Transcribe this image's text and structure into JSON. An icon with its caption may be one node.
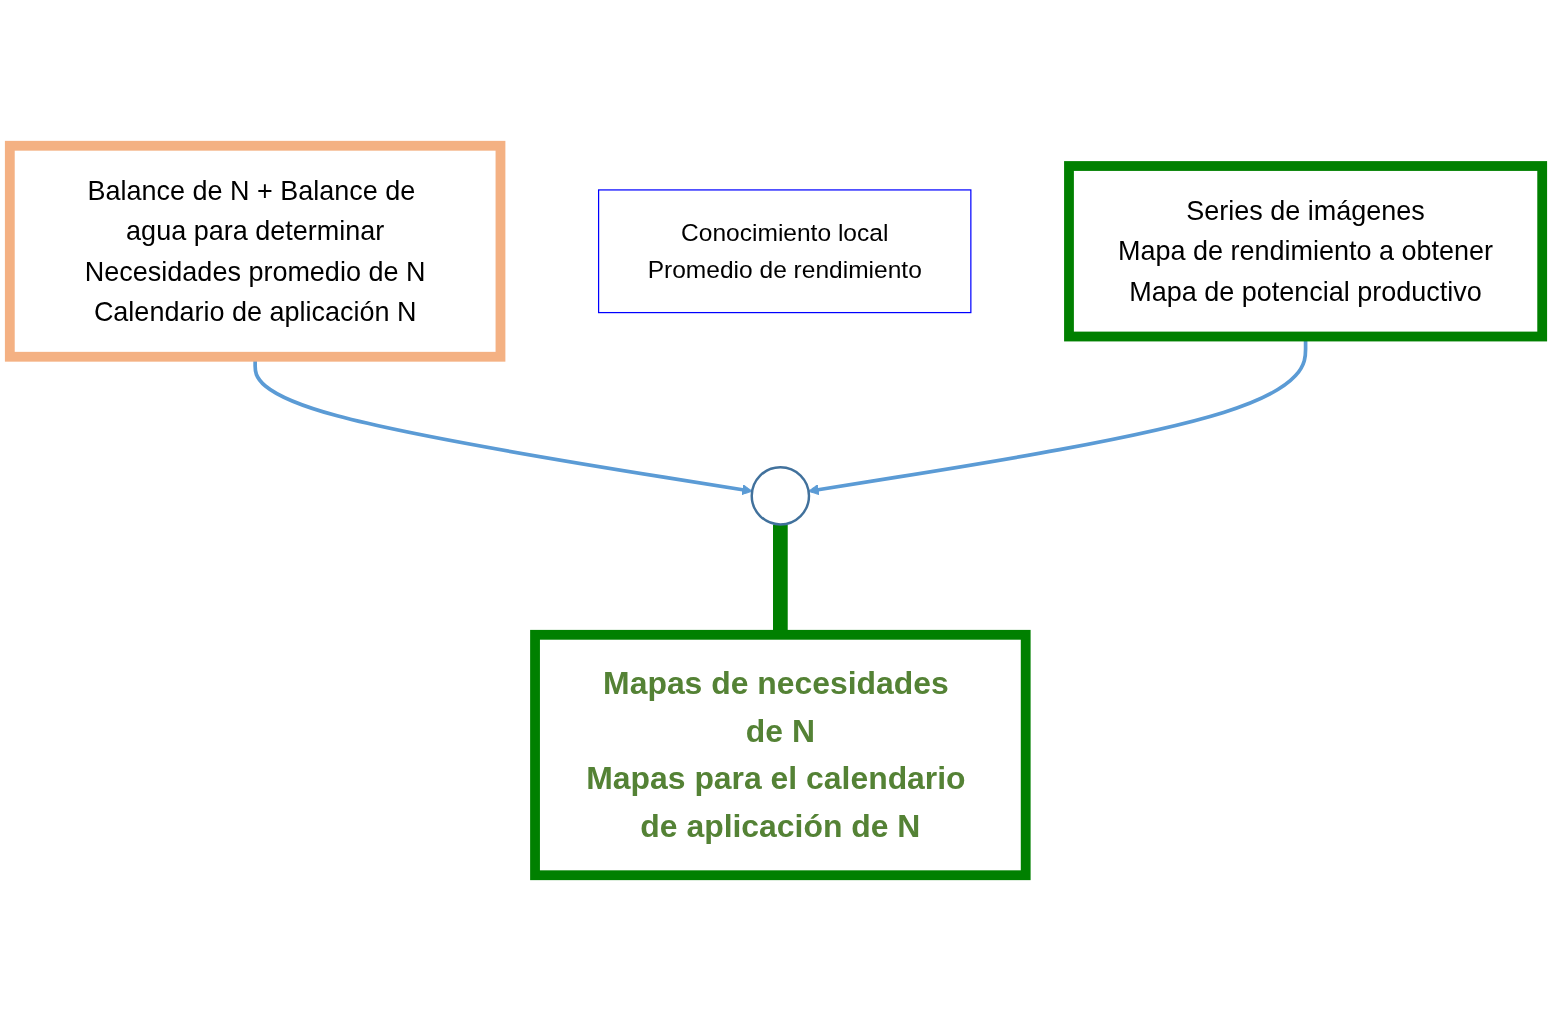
{
  "diagram": {
    "nodes": [
      {
        "text": [
          "Balance de N + Balance de agua para determinar",
          "Necesidades promedio de N",
          "Calendario de aplicación N"
        ]
      },
      {
        "text": [
          "Conocimiento local",
          "Promedio de rendimiento"
        ]
      },
      {
        "text": [
          "Series de imágenes",
          "Mapa de rendimiento a obtener",
          "Mapa de potencial productivo"
        ]
      },
      {
        "text": [],
        "shape": "circle"
      },
      {
        "text": [
          "Mapas de necesidades de N",
          "Mapas para el calendario de aplicación de N"
        ]
      }
    ],
    "edges": [
      {
        "from": 0,
        "to": 3,
        "arrow": "to"
      },
      {
        "from": 2,
        "to": 3,
        "arrow": "to"
      },
      {
        "from": 3,
        "to": 4,
        "arrow": "to",
        "style": "thick",
        "color": "#008000"
      }
    ]
  }
}
